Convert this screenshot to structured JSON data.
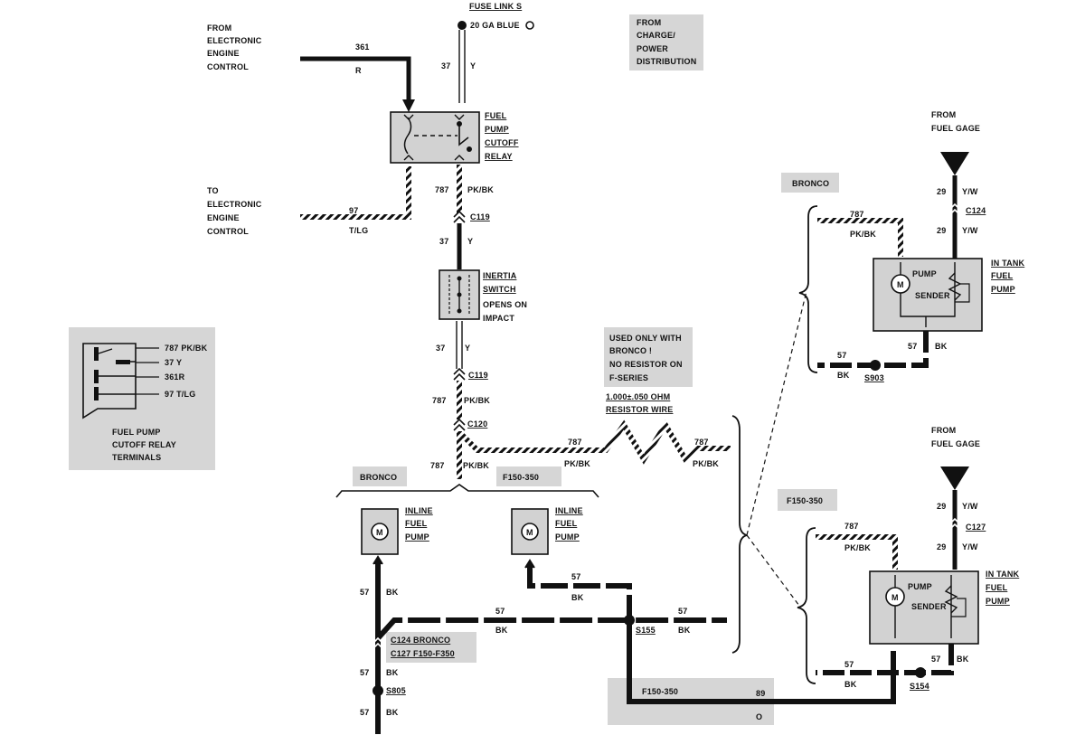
{
  "labels": {
    "from_eec": [
      "FROM",
      "ELECTRONIC",
      "ENGINE",
      "CONTROL"
    ],
    "to_eec": [
      "TO",
      "ELECTRONIC",
      "ENGINE",
      "CONTROL"
    ],
    "from_charge": [
      "FROM",
      "CHARGE/",
      "POWER",
      "DISTRIBUTION"
    ],
    "fuse_link": "FUSE LINK S",
    "ga_blue": "20 GA BLUE",
    "fuel_pump_cutoff_relay": [
      "FUEL",
      "PUMP",
      "CUTOFF",
      "RELAY"
    ],
    "inertia_switch": [
      "INERTIA",
      "SWITCH",
      "OPENS ON",
      "IMPACT"
    ],
    "used_only": [
      "USED ONLY WITH",
      "BRONCO !",
      "NO RESISTOR ON",
      "F-SERIES"
    ],
    "resistor": [
      "1.000±.050 OHM",
      "RESISTOR WIRE"
    ],
    "terminals_caption": [
      "FUEL PUMP",
      "CUTOFF RELAY",
      "TERMINALS"
    ],
    "terminals": [
      "787 PK/BK",
      "37 Y",
      "361R",
      "97 T/LG"
    ],
    "bronco": "BRONCO",
    "f150": "F150-350",
    "inline_fuel_pump": [
      "INLINE",
      "FUEL",
      "PUMP"
    ],
    "from_fuel_gage": [
      "FROM",
      "FUEL GAGE"
    ],
    "in_tank": [
      "IN TANK",
      "FUEL",
      "PUMP"
    ],
    "pump": "PUMP",
    "sender": "SENDER",
    "motor": "M",
    "c124_bronco": "C124 BRONCO",
    "c127_f150": "C127 F150-F350"
  },
  "wires": {
    "w361": "361",
    "r": "R",
    "w97": "97",
    "tlg": "T/LG",
    "w37": "37",
    "y": "Y",
    "w787": "787",
    "pkbk": "PK/BK",
    "w57": "57",
    "bk": "BK",
    "w29": "29",
    "yw": "Y/W",
    "w89": "89",
    "o": "O"
  },
  "connectors": {
    "c119": "C119",
    "c120": "C120",
    "c124": "C124",
    "c127": "C127"
  },
  "splices": {
    "s155": "S155",
    "s805": "S805",
    "s903": "S903",
    "s154": "S154"
  }
}
